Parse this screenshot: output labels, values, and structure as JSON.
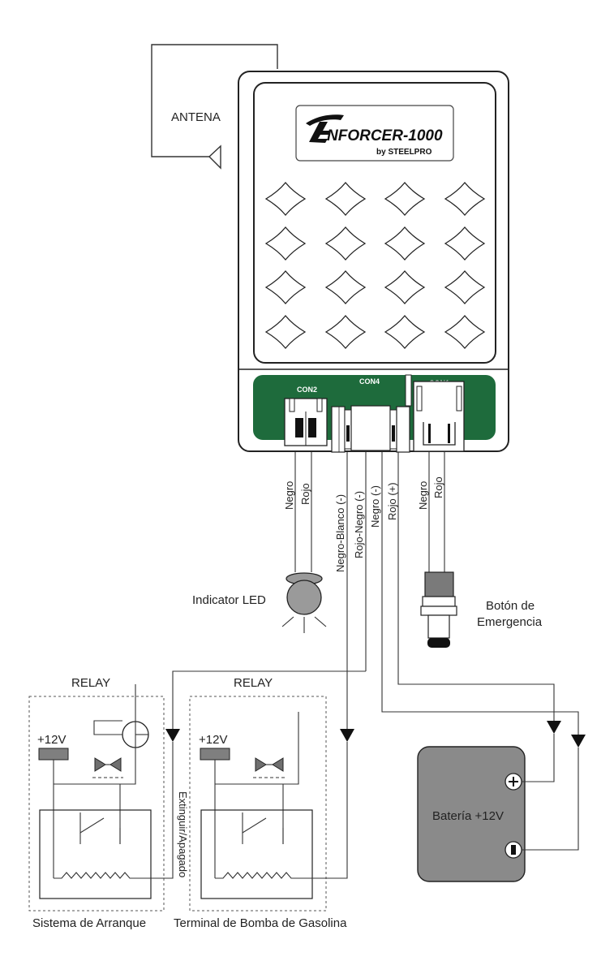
{
  "labels": {
    "antenna": "ANTENA",
    "brand_main": "NFORCER-1000",
    "brand_sub": "by STEELPRO",
    "con1": "CON1",
    "con2": "CON2",
    "con4": "CON4",
    "indicator_led": "Indicator LED",
    "emergency_line1": "Botón de",
    "emergency_line2": "Emergencia",
    "relay1": "RELAY",
    "relay2": "RELAY",
    "v12_1": "+12V",
    "v12_2": "+12V",
    "extinguish": "Extinguir/Apagado",
    "battery": "Batería +12V",
    "system_start": "Sistema de Arranque",
    "fuel_pump": "Terminal de Bomba de Gasolina"
  },
  "wires": {
    "con2_black": "Negro",
    "con2_red": "Rojo",
    "con4_black_white": "Negro-Blanco (-)",
    "con4_red_black": "Rojo-Negro (-)",
    "con4_black": "Negro (-)",
    "con4_red": "Rojo (+)",
    "con1_black": "Negro",
    "con1_red": "Rojo"
  },
  "colors": {
    "device_fill": "#ffffff",
    "connector_panel": "#1e6b3c",
    "battery_fill": "#8a8a8a",
    "relay_block": "#7f7f7f"
  }
}
